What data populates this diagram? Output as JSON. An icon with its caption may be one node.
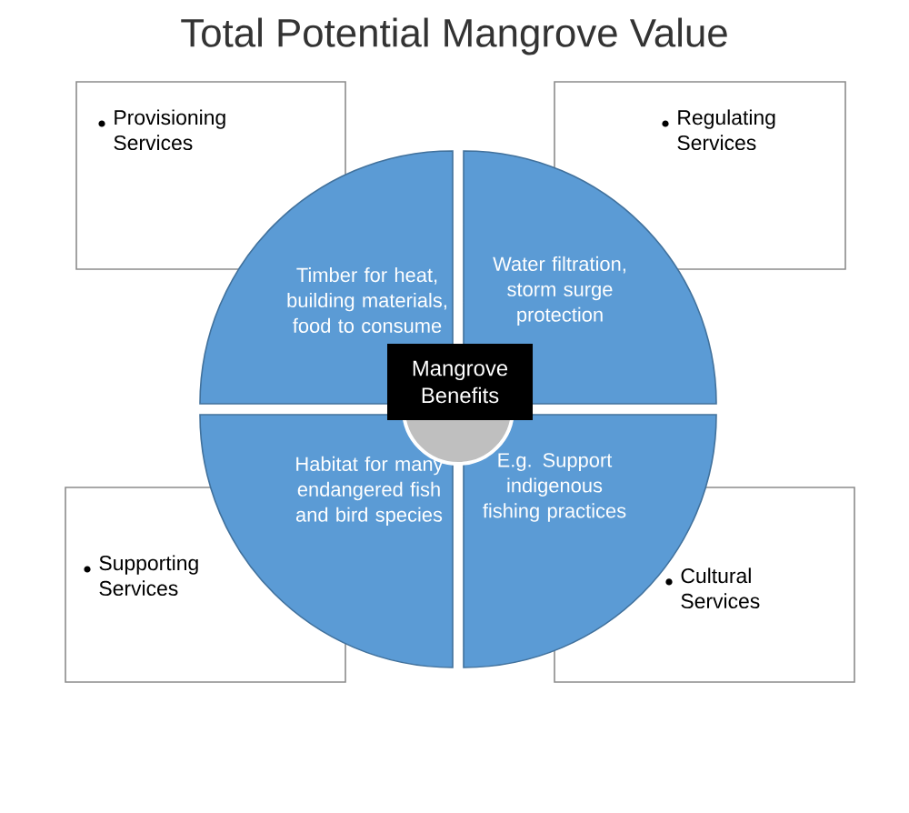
{
  "diagram": {
    "title": "Total Potential Mangrove Value",
    "nodes": [
      {
        "text": [
          "Provisioning Services"
        ]
      },
      {
        "text": [
          "Regulating Services"
        ]
      },
      {
        "text": [
          "Supporting Services"
        ]
      },
      {
        "text": [
          "Cultural Services"
        ]
      },
      {
        "text": [
          "Timber for heat, building materials, food to consume"
        ]
      },
      {
        "text": [
          "Water filtration, storm surge protection"
        ]
      },
      {
        "text": [
          "Habitat for many endangered fish and bird species"
        ]
      },
      {
        "text": [
          "E.g. Support indigenous fishing practices"
        ]
      },
      {
        "text": [
          "Mangrove Benefits"
        ]
      }
    ]
  }
}
